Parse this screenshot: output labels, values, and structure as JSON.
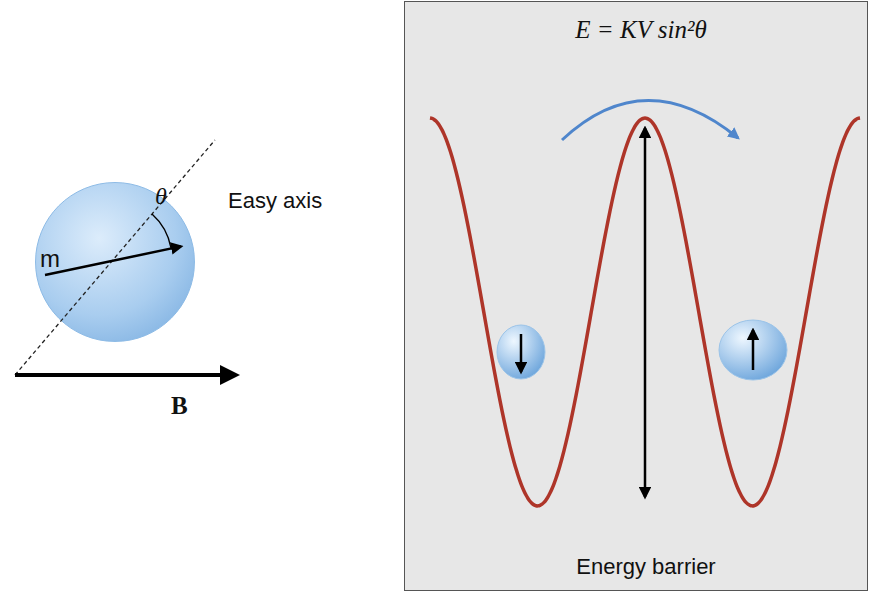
{
  "diagram": {
    "nodes": [
      {
        "text": [
          "m",
          "θ"
        ]
      },
      {
        "text": [
          "E = KV sin²θ",
          "Energy barrier"
        ]
      }
    ],
    "labels": [
      "Easy axis",
      "B"
    ]
  }
}
